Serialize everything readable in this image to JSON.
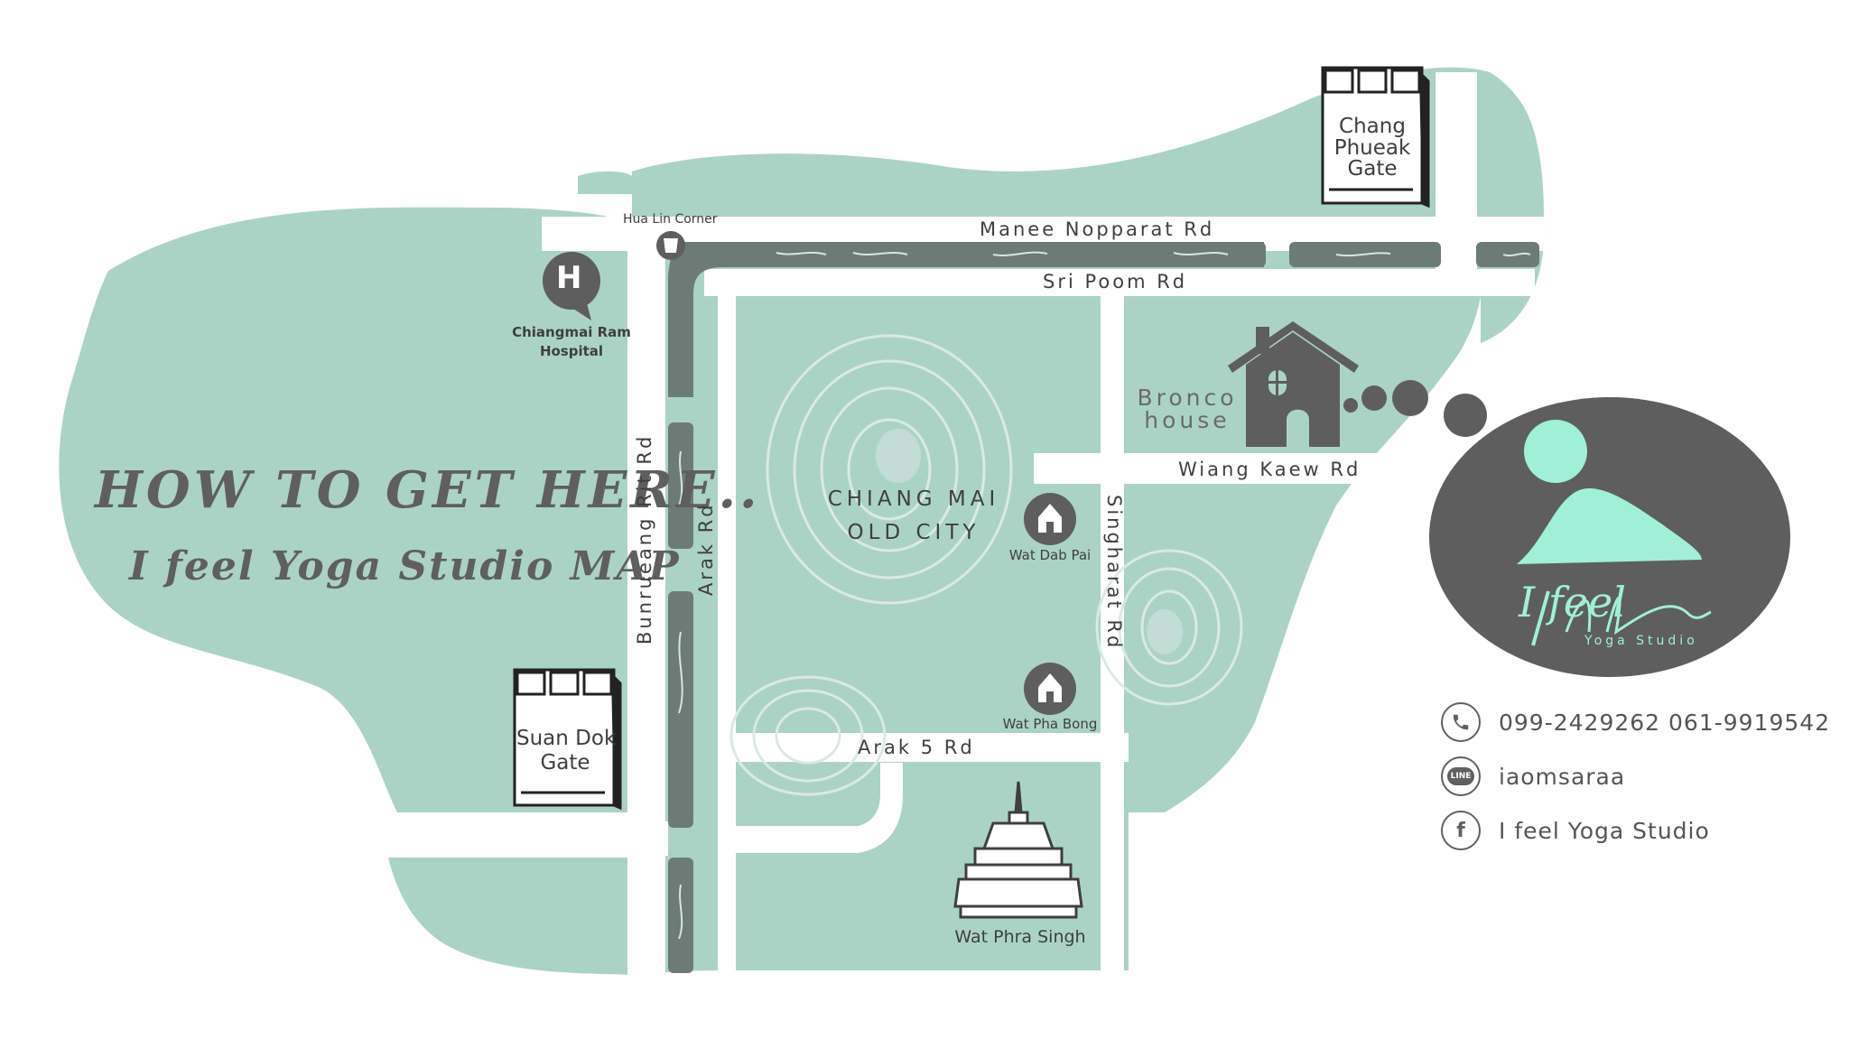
{
  "map": {
    "title_line1": "HOW TO GET HERE..",
    "title_line2": "I feel Yoga Studio MAP",
    "center_area_line1": "CHIANG MAI",
    "center_area_line2": "OLD CITY",
    "roads": {
      "manee_nopparat": "Manee Nopparat Rd",
      "sri_poom": "Sri Poom Rd",
      "wiang_kaew": "Wiang Kaew Rd",
      "arak_5": "Arak 5 Rd",
      "bunrueang_rit": "Bunrueang Rit Rd",
      "arak": "Arak Rd",
      "singharat": "Singharat Rd"
    },
    "landmarks": {
      "hua_lin_corner": "Hua Lin Corner",
      "hospital_line1": "Chiangmai Ram",
      "hospital_line2": "Hospital",
      "hospital_icon_letter": "H",
      "wat_dab_pai": "Wat Dab Pai",
      "wat_pha_bong": "Wat Pha Bong",
      "wat_phra_singh": "Wat Phra Singh",
      "bronco_line1": "Bronco",
      "bronco_line2": "house",
      "chang_phueak_line1": "Chang",
      "chang_phueak_line2": "Phueak",
      "chang_phueak_line3": "Gate",
      "suan_dok_line1": "Suan Dok",
      "suan_dok_line2": "Gate"
    }
  },
  "logo": {
    "brand": "I feel",
    "subtitle": "Yoga Studio"
  },
  "contacts": [
    {
      "icon": "phone-icon",
      "text": "099-2429262  061-9919542"
    },
    {
      "icon": "line-icon",
      "text": "iaomsaraa",
      "icon_text": "LINE"
    },
    {
      "icon": "facebook-icon",
      "text": "I feel Yoga Studio",
      "icon_text": "f"
    }
  ],
  "colors": {
    "land": "#abd3c5",
    "road": "#ffffff",
    "moat": "#6d7b76",
    "text": "#3f3f3f",
    "logo_bg": "#5e5e5e",
    "logo_accent": "#9ff0d6"
  }
}
